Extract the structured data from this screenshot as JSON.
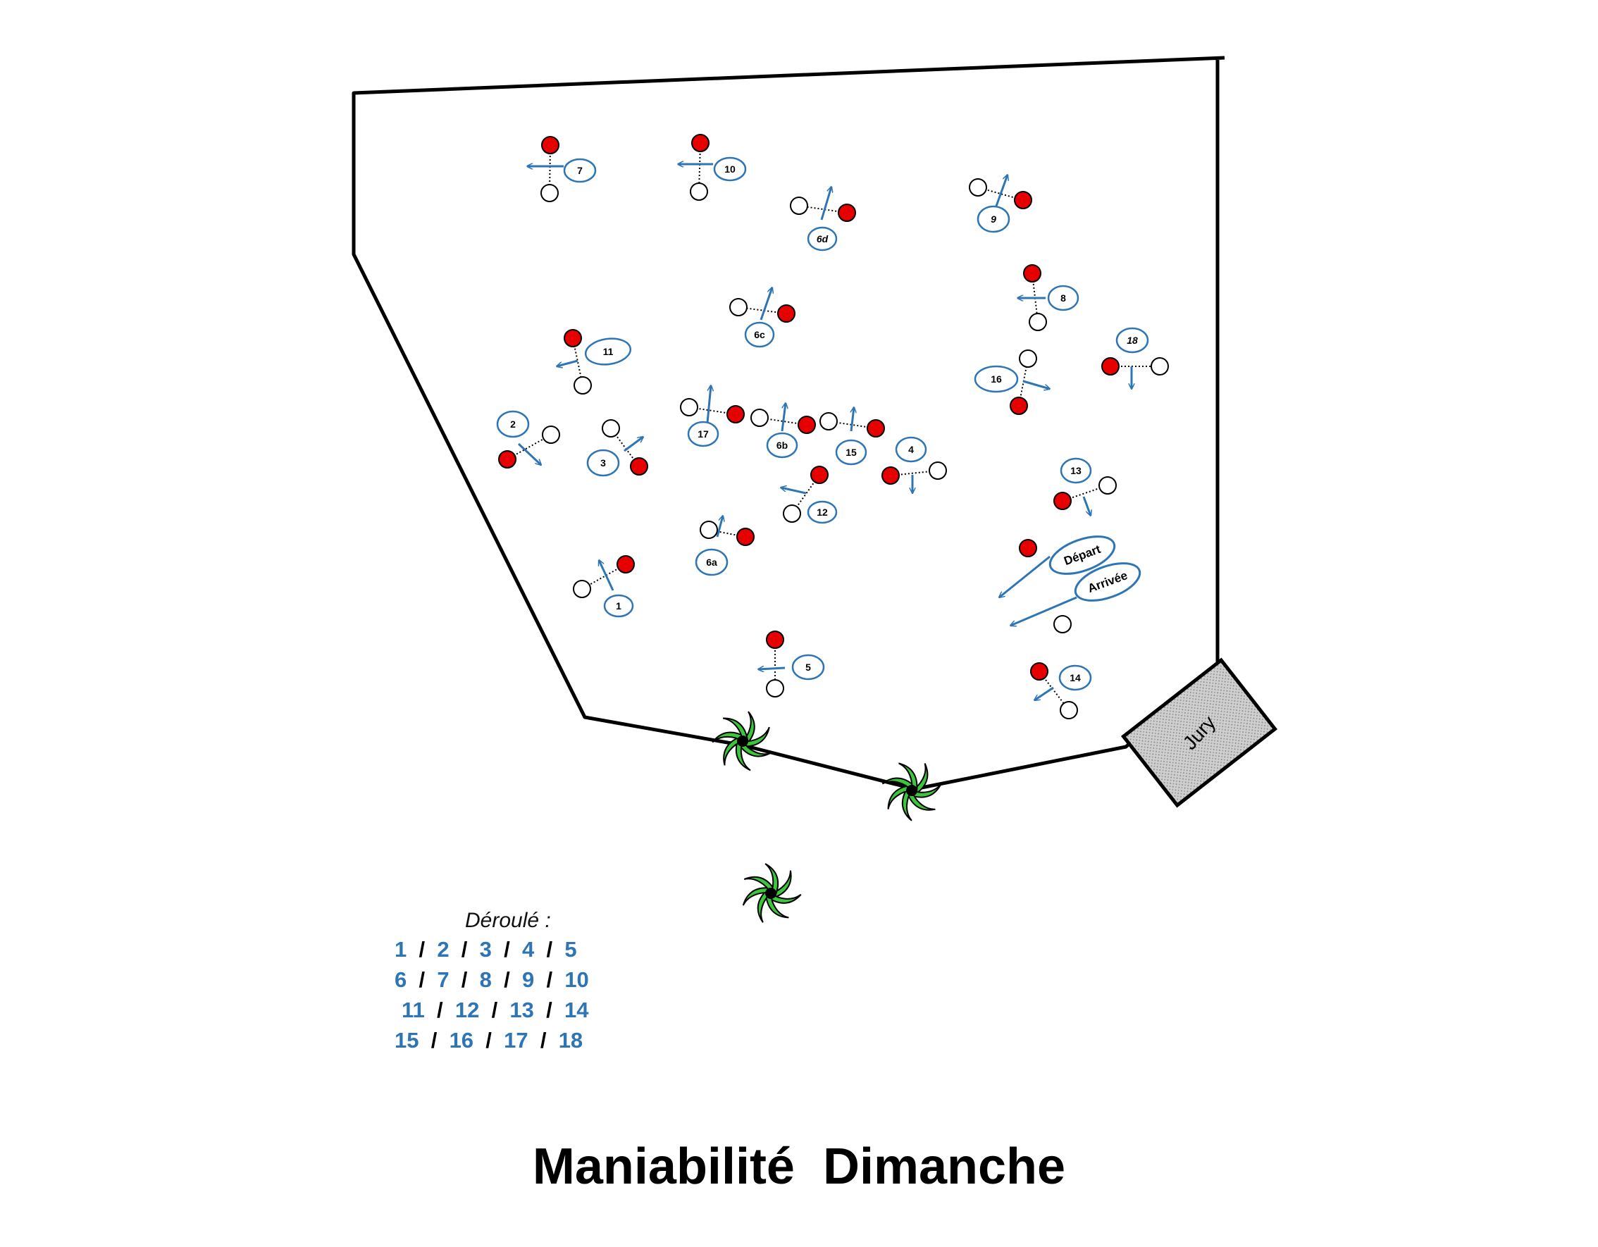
{
  "title": "Maniabilité  Dimanche",
  "jury_label": "Jury",
  "start_label": "Départ",
  "finish_label": "Arrivée",
  "sequence": {
    "title": "Déroulé :",
    "rows": [
      {
        "indent": 0,
        "items": [
          "1",
          "2",
          "3",
          "4",
          "5"
        ]
      },
      {
        "indent": 0,
        "items": [
          "6",
          "7",
          "8",
          "9",
          "10"
        ]
      },
      {
        "indent": 10,
        "items": [
          "11",
          "12",
          "13",
          "14"
        ]
      },
      {
        "indent": 0,
        "items": [
          "15",
          "16",
          "17",
          "18"
        ]
      }
    ]
  },
  "obstacles": [
    {
      "label": "7"
    },
    {
      "label": "10"
    },
    {
      "label": "6d"
    },
    {
      "label": "9"
    },
    {
      "label": "8"
    },
    {
      "label": "6c"
    },
    {
      "label": "11"
    },
    {
      "label": "18"
    },
    {
      "label": "16"
    },
    {
      "label": "2"
    },
    {
      "label": "3"
    },
    {
      "label": "17"
    },
    {
      "label": "6b"
    },
    {
      "label": "15"
    },
    {
      "label": "4"
    },
    {
      "label": "13"
    },
    {
      "label": "12"
    },
    {
      "label": "6a"
    },
    {
      "label": "1"
    },
    {
      "label": "5"
    },
    {
      "label": "14"
    }
  ],
  "colors": {
    "marker_red": "#e60000",
    "marker_white": "#ffffff",
    "arrow_blue": "#2e75b6",
    "tree_green": "#3cc63c",
    "jury_fill": "#c8c8c8",
    "fence": "#000000"
  },
  "icons": {
    "tree": "palm-tree-icon",
    "marker": "cone-marker-icon"
  }
}
